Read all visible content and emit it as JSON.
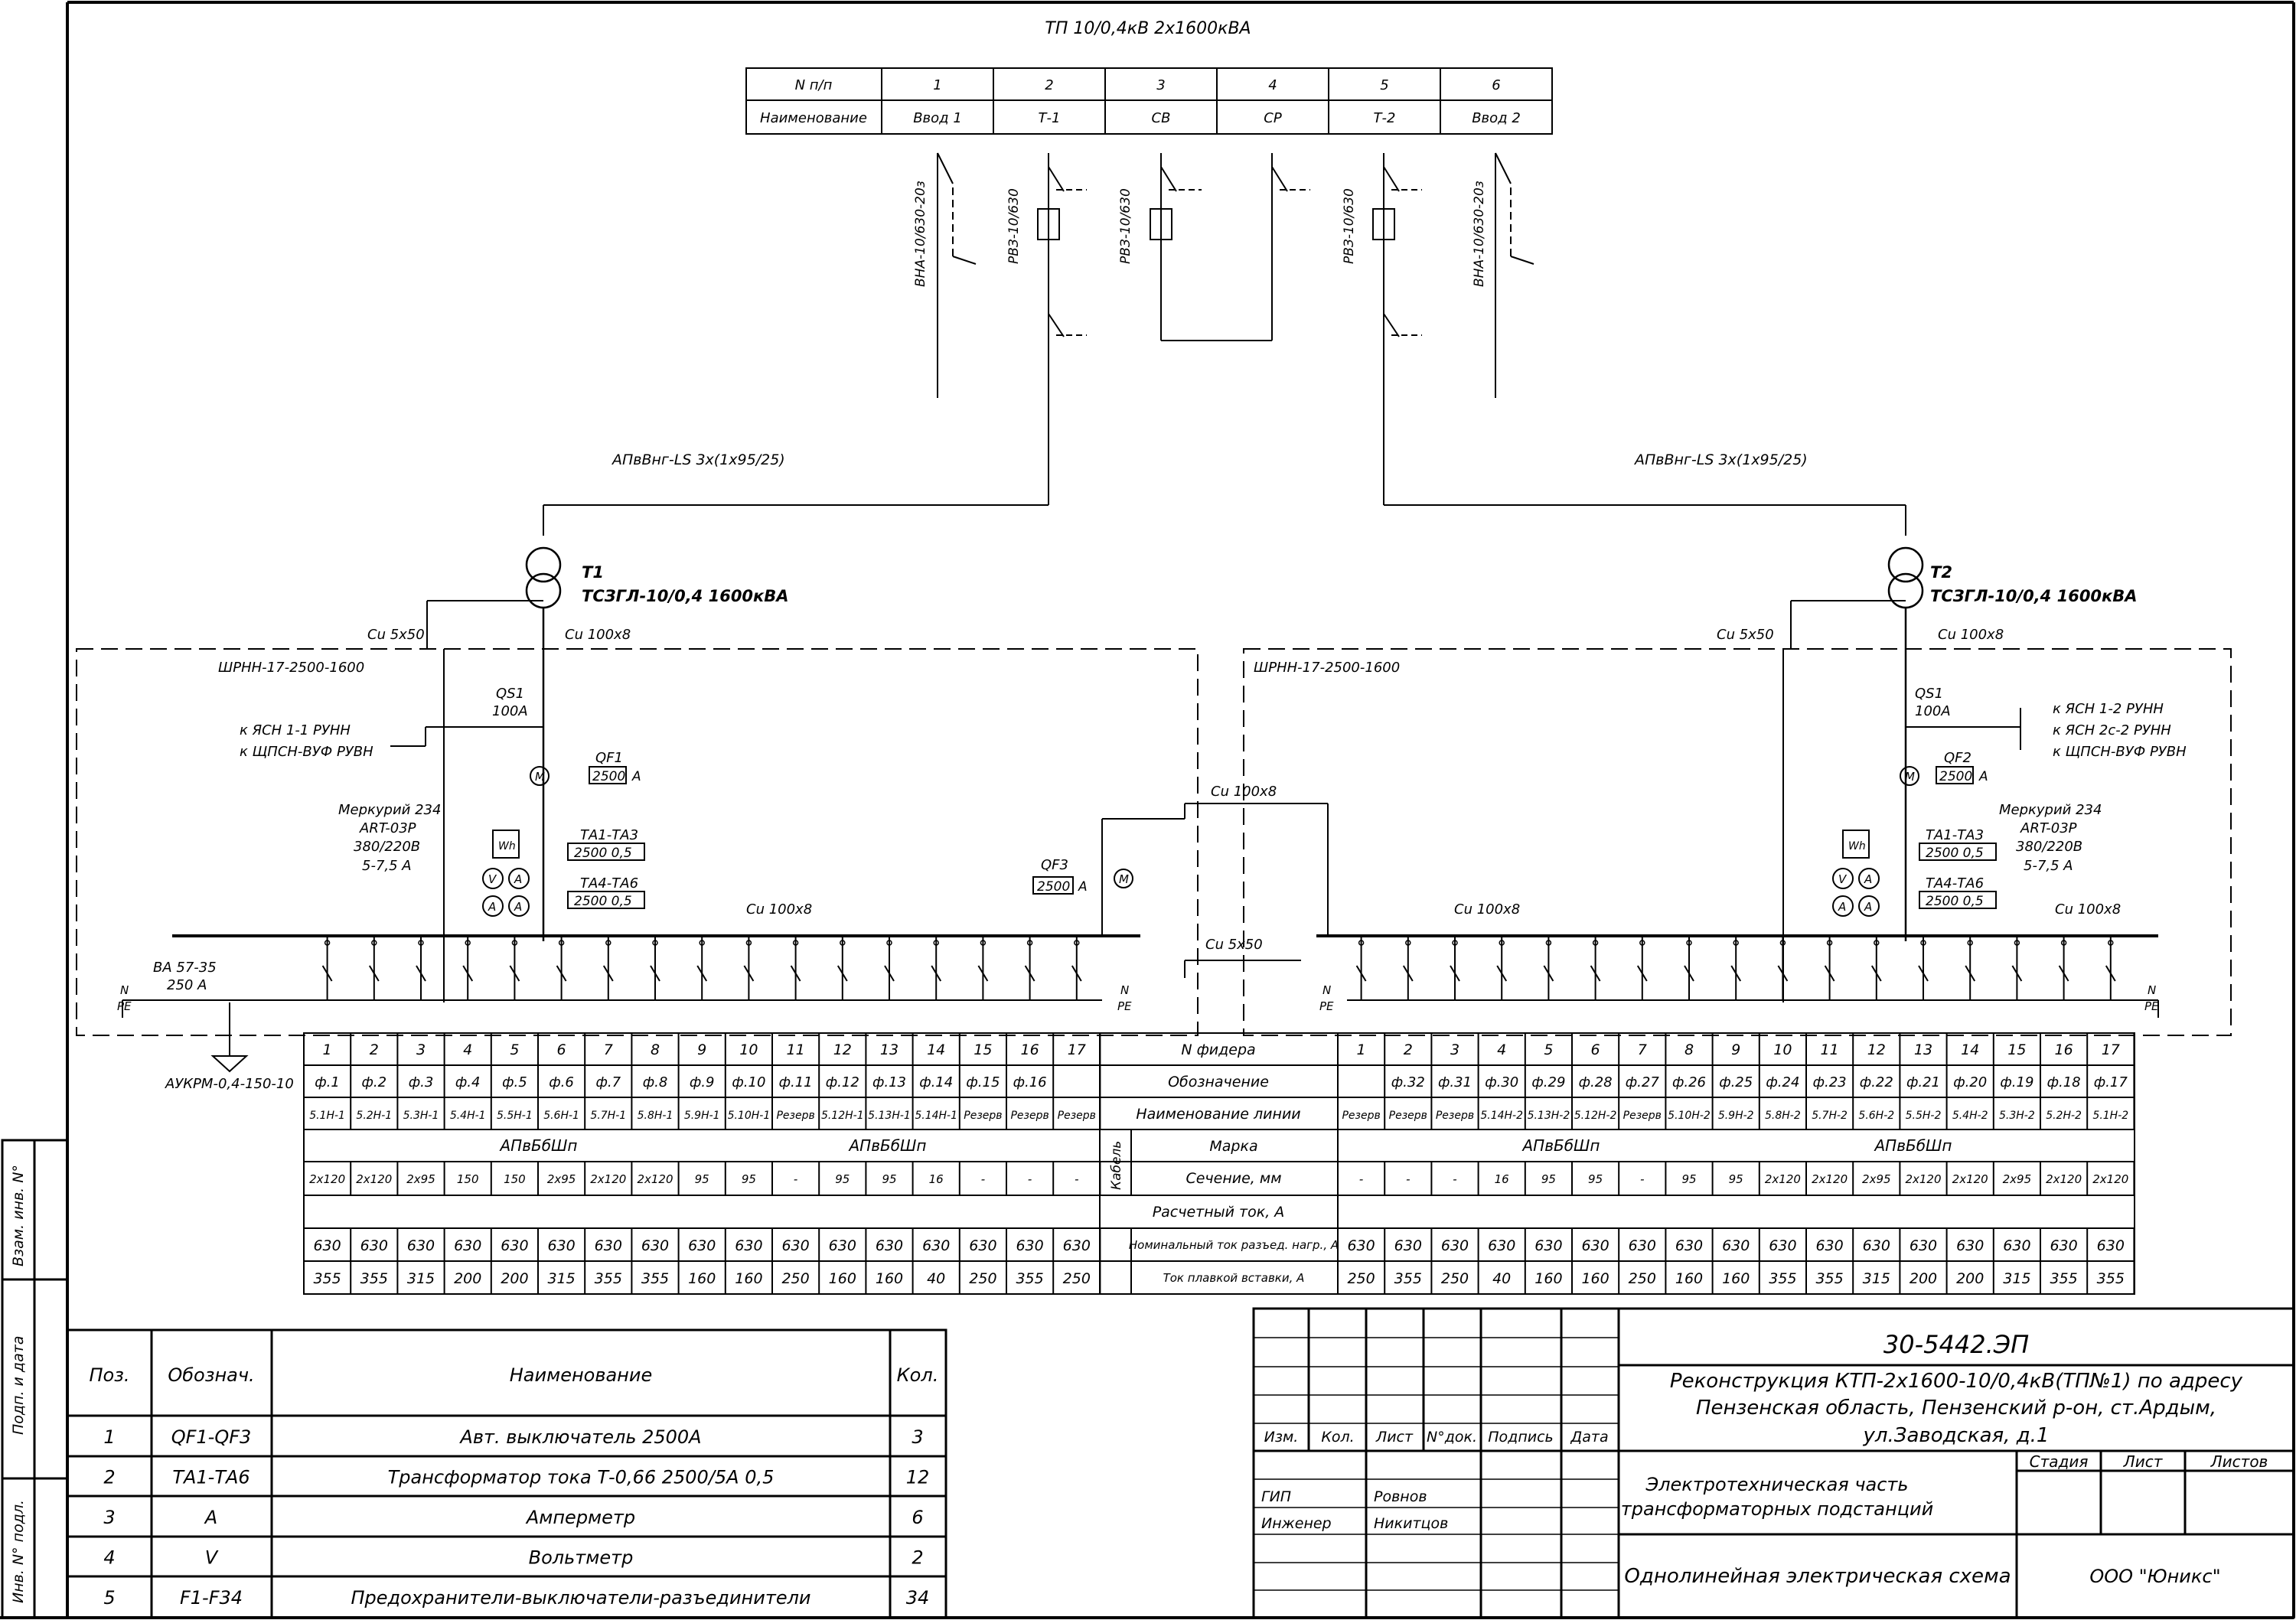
{
  "title": "ТП 10/0,4кВ 2х1600кВА",
  "hv_table": {
    "row1_label": "N п/п",
    "row2_label": "Наименование",
    "nums": [
      "1",
      "2",
      "3",
      "4",
      "5",
      "6"
    ],
    "names": [
      "Ввод 1",
      "Т-1",
      "СВ",
      "СР",
      "Т-2",
      "Ввод 2"
    ]
  },
  "hv_devices": {
    "vna_left": "ВНА-10/630-20з",
    "rvz_1": "РВЗ-10/630",
    "rvz_2": "РВЗ-10/630",
    "rvz_3": "РВЗ-10/630",
    "vna_right": "ВНА-10/630-20з"
  },
  "cable_hv_left": "АПвВнг-LS 3х(1х95/25)",
  "cable_hv_right": "АПвВнг-LS 3х(1х95/25)",
  "t1": {
    "name": "Т1",
    "type": "ТСЗГЛ-10/0,4 1600кВА"
  },
  "t2": {
    "name": "Т2",
    "type": "ТСЗГЛ-10/0,4 1600кВА"
  },
  "left_panel": {
    "name": "ШРНН-17-2500-1600",
    "cu_5x50": "Cu 5х50",
    "cu_100x8": "Cu 100х8",
    "qs1": "QS1",
    "qs1_rating": "100А",
    "ysn": "к ЯСН 1-1 РУНН",
    "shchpsn": "к ЩПСН-ВУФ РУВН",
    "qf1": "QF1",
    "qf1_rating": "2500",
    "unit_a": "А",
    "meter": [
      "Меркурий 234",
      "ART-03P",
      "380/220В",
      "5-7,5 А"
    ],
    "ta1": "ТА1-ТА3",
    "ta1_r": "2500 0,5",
    "ta4": "ТА4-ТА6",
    "ta4_r": "2500 0,5",
    "bus": "Cu 100х8",
    "va": "ВА 57-35",
    "va_r": "250 А",
    "aukrm": "АУКРМ-0,4-150-10"
  },
  "right_panel": {
    "name": "ШРНН-17-2500-1600",
    "cu_5x50": "Cu 5х50",
    "cu_100x8": "Cu 100х8",
    "qs1": "QS1",
    "qs1_rating": "100А",
    "ysn1": "к ЯСН 1-2 РУНН",
    "ysn2": "к ЯСН 2с-2 РУНН",
    "shchpsn": "к ЩПСН-ВУФ РУВН",
    "qf2": "QF2",
    "qf2_rating": "2500",
    "unit_a": "А",
    "meter": [
      "Меркурий 234",
      "ART-03P",
      "380/220В",
      "5-7,5 А"
    ],
    "ta1": "ТА1-ТА3",
    "ta1_r": "2500 0,5",
    "ta4": "ТА4-ТА6",
    "ta4_r": "2500 0,5",
    "bus": "Cu 100х8"
  },
  "sectional": {
    "cu_100x8": "Cu 100х8",
    "qf3": "QF3",
    "qf3_rating": "2500",
    "unit_a": "А",
    "cu_5x50": "Cu 5х50"
  },
  "labels": {
    "n": "N",
    "pe": "PE",
    "m": "M",
    "wh": "Wh",
    "v": "V",
    "a": "A",
    "kabel": "Кабель"
  },
  "feeder_table": {
    "center_labels": [
      "N фидера",
      "Обозначение",
      "Наименование линии",
      "Марка",
      "Сечение, мм",
      "Расчетный ток, А",
      "Номинальный ток разъед. нагр., А",
      "Ток плавкой вставки, А"
    ],
    "left": {
      "n": [
        "1",
        "2",
        "3",
        "4",
        "5",
        "6",
        "7",
        "8",
        "9",
        "10",
        "11",
        "12",
        "13",
        "14",
        "15",
        "16",
        "17"
      ],
      "ob": [
        "ф.1",
        "ф.2",
        "ф.3",
        "ф.4",
        "ф.5",
        "ф.6",
        "ф.7",
        "ф.8",
        "ф.9",
        "ф.10",
        "ф.11",
        "ф.12",
        "ф.13",
        "ф.14",
        "ф.15",
        "ф.16",
        ""
      ],
      "line": [
        "5.1Н-1",
        "5.2Н-1",
        "5.3Н-1",
        "5.4Н-1",
        "5.5Н-1",
        "5.6Н-1",
        "5.7Н-1",
        "5.8Н-1",
        "5.9Н-1",
        "5.10Н-1",
        "Резерв",
        "5.12Н-1",
        "5.13Н-1",
        "5.14Н-1",
        "Резерв",
        "Резерв",
        "Резерв"
      ],
      "marka1": "АПвБбШп",
      "marka2": "АПвБбШп",
      "sec": [
        "2х120",
        "2х120",
        "2х95",
        "150",
        "150",
        "2х95",
        "2х120",
        "2х120",
        "95",
        "95",
        "-",
        "95",
        "95",
        "16",
        "-",
        "-",
        "-"
      ],
      "inom": [
        "630",
        "630",
        "630",
        "630",
        "630",
        "630",
        "630",
        "630",
        "630",
        "630",
        "630",
        "630",
        "630",
        "630",
        "630",
        "630",
        "630"
      ],
      "ifuse": [
        "355",
        "355",
        "315",
        "200",
        "200",
        "315",
        "355",
        "355",
        "160",
        "160",
        "250",
        "160",
        "160",
        "40",
        "250",
        "355",
        "250"
      ]
    },
    "right": {
      "n": [
        "1",
        "2",
        "3",
        "4",
        "5",
        "6",
        "7",
        "8",
        "9",
        "10",
        "11",
        "12",
        "13",
        "14",
        "15",
        "16",
        "17"
      ],
      "ob": [
        "",
        "ф.32",
        "ф.31",
        "ф.30",
        "ф.29",
        "ф.28",
        "ф.27",
        "ф.26",
        "ф.25",
        "ф.24",
        "ф.23",
        "ф.22",
        "ф.21",
        "ф.20",
        "ф.19",
        "ф.18",
        "ф.17"
      ],
      "line": [
        "Резерв",
        "Резерв",
        "Резерв",
        "5.14Н-2",
        "5.13Н-2",
        "5.12Н-2",
        "Резерв",
        "5.10Н-2",
        "5.9Н-2",
        "5.8Н-2",
        "5.7Н-2",
        "5.6Н-2",
        "5.5Н-2",
        "5.4Н-2",
        "5.3Н-2",
        "5.2Н-2",
        "5.1Н-2"
      ],
      "marka1": "АПвБбШп",
      "marka2": "АПвБбШп",
      "sec": [
        "-",
        "-",
        "-",
        "16",
        "95",
        "95",
        "-",
        "95",
        "95",
        "2х120",
        "2х120",
        "2х95",
        "2х120",
        "2х120",
        "2х95",
        "2х120",
        "2х120"
      ],
      "inom": [
        "630",
        "630",
        "630",
        "630",
        "630",
        "630",
        "630",
        "630",
        "630",
        "630",
        "630",
        "630",
        "630",
        "630",
        "630",
        "630",
        "630"
      ],
      "ifuse": [
        "250",
        "355",
        "250",
        "40",
        "160",
        "160",
        "250",
        "160",
        "160",
        "355",
        "355",
        "315",
        "200",
        "200",
        "315",
        "355",
        "355"
      ]
    }
  },
  "spec": {
    "headers": [
      "Поз.",
      "Обознач.",
      "Наименование",
      "Кол."
    ],
    "rows": [
      {
        "pos": "1",
        "ob": "QF1-QF3",
        "name": "Авт. выключатель 2500А",
        "qty": "3"
      },
      {
        "pos": "2",
        "ob": "ТА1-ТА6",
        "name": "Трансформатор тока Т-0,66 2500/5А 0,5",
        "qty": "12"
      },
      {
        "pos": "3",
        "ob": "А",
        "name": "Амперметр",
        "qty": "6"
      },
      {
        "pos": "4",
        "ob": "V",
        "name": "Вольтметр",
        "qty": "2"
      },
      {
        "pos": "5",
        "ob": "F1-F34",
        "name": "Предохранители-выключатели-разъединители",
        "qty": "34"
      }
    ]
  },
  "side_stamp": [
    "Взам. инв. N°",
    "Подп. и дата",
    "Инв. N° подл."
  ],
  "stamp": {
    "code": "30-5442.ЭП",
    "desc": [
      "Реконструкция КТП-2х1600-10/0,4кВ(ТП№1) по адресу",
      "Пензенская область, Пензенский р-он, ст.Ардым,",
      "ул.Заводская, д.1"
    ],
    "cols": [
      "Изм.",
      "Кол.",
      "Лист",
      "N°док.",
      "Подпись",
      "Дата"
    ],
    "gip": "ГИП",
    "gip_name": "Ровнов",
    "eng": "Инженер",
    "eng_name": "Никитцов",
    "part": [
      "Электротехническая часть",
      "трансформаторных подстанций"
    ],
    "stage_cols": [
      "Стадия",
      "Лист",
      "Листов"
    ],
    "sheet_title": "Однолинейная электрическая схема",
    "org": "ООО \"Юникс\""
  }
}
